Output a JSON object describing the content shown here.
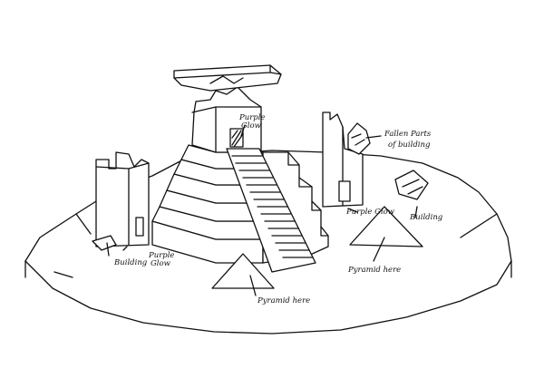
{
  "labels": {
    "purple_glow_top": [
      "Purple",
      "Glow"
    ],
    "purple_glow_right": "Purple Glow",
    "purple_glow_left": [
      "Purple",
      "Glow"
    ],
    "fallen_parts": [
      "Fallen Parts",
      "of building"
    ],
    "building_left": "Building",
    "building_right": "Building",
    "pyramid_right": "Pyramid here",
    "pyramid_bottom": "Pyramid here"
  }
}
